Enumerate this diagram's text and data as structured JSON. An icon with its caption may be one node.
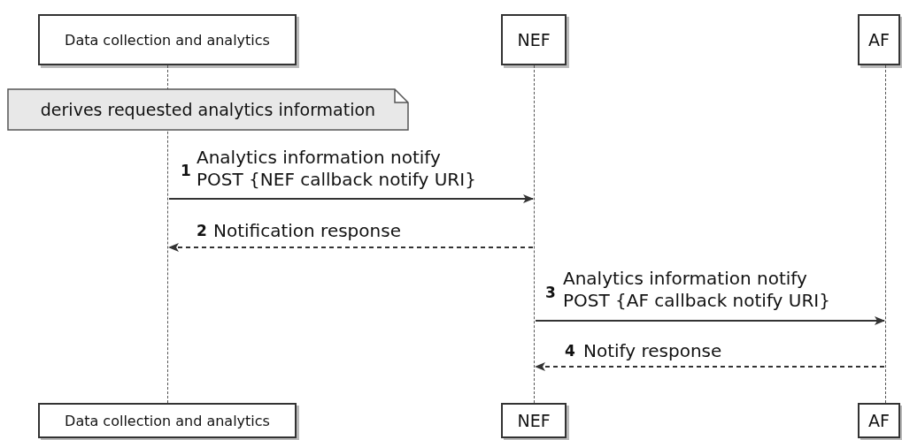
{
  "diagram": {
    "nodes": [
      {
        "text": [
          "Data collection and analytics"
        ]
      },
      {
        "text": [
          "NEF"
        ]
      },
      {
        "text": [
          "AF"
        ]
      },
      {
        "text": [],
        "shape": "line"
      },
      {
        "text": [],
        "shape": "line"
      },
      {
        "text": [],
        "shape": "line"
      },
      {
        "text": [
          "derives requested analytics information"
        ]
      },
      {
        "text": [
          "Data collection and analytics"
        ]
      },
      {
        "text": [
          "NEF"
        ]
      },
      {
        "text": [
          "AF"
        ]
      }
    ],
    "edges": [
      {
        "from": 3,
        "to": 4,
        "arrow": "to",
        "label": "Analytics information notify POST {NEF callback notify URI}"
      },
      {
        "from": 4,
        "to": 3,
        "arrow": "to",
        "label": "Notification response",
        "style": "dashed"
      },
      {
        "from": 4,
        "to": 5,
        "arrow": "to",
        "label": "Analytics information notify POST {AF callback notify URI}"
      },
      {
        "from": 5,
        "to": 4,
        "arrow": "to",
        "label": "Notify response",
        "style": "dashed"
      }
    ],
    "labels": [
      "1",
      "2",
      "3",
      "4"
    ]
  }
}
